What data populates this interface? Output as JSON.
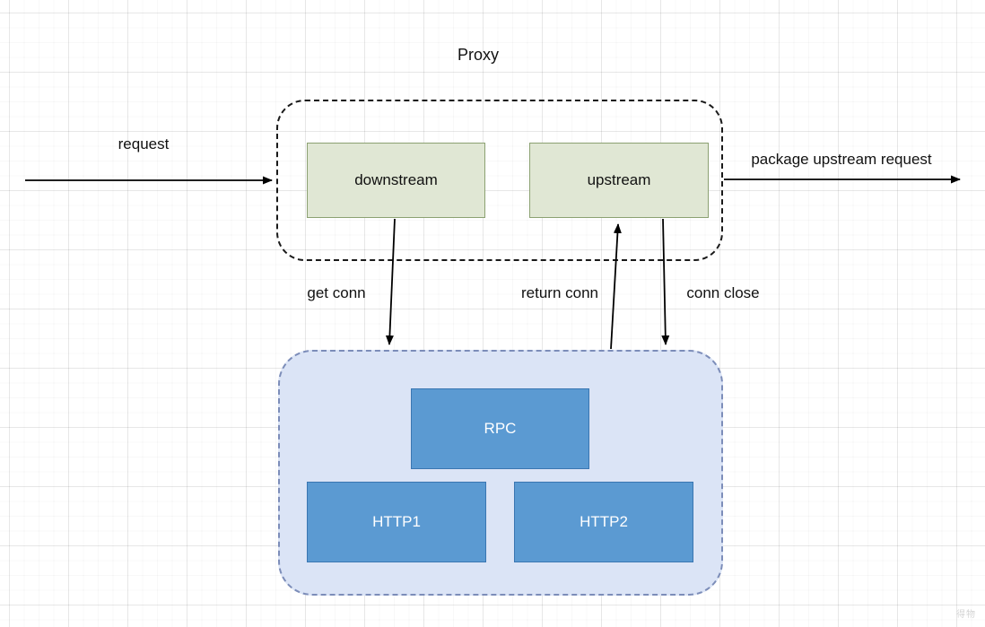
{
  "diagram": {
    "title": "Proxy",
    "proxy_group": {
      "nodes": {
        "downstream": "downstream",
        "upstream": "upstream"
      }
    },
    "transport_group": {
      "nodes": {
        "rpc": "RPC",
        "http1": "HTTP1",
        "http2": "HTTP2"
      }
    },
    "edges": {
      "request": "request",
      "package_upstream_request": "package upstream request",
      "get_conn": "get conn",
      "return_conn": "return conn",
      "conn_close": "conn close"
    },
    "watermark": "得物",
    "colors": {
      "green_node_fill": "#e0e7d4",
      "green_node_border": "#8ca172",
      "blue_node_fill": "#5b9ad2",
      "blue_node_border": "#3a76b2",
      "blue_container_fill": "#dbe4f6",
      "blue_container_border": "#7c8db9",
      "proxy_container_border": "#1a1a1a",
      "arrow": "#000000",
      "grid_line": "#ededed"
    }
  }
}
